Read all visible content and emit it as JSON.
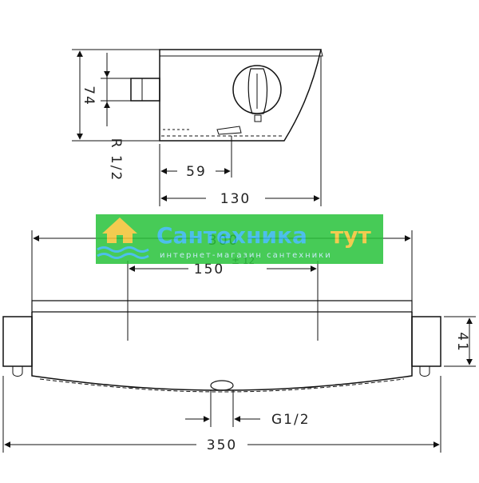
{
  "drawing": {
    "top_view": {
      "height_label": "74",
      "thread_label": "R 1/2",
      "depth_inner_label": "59",
      "depth_outer_label": "130"
    },
    "front_view": {
      "width_inner_label": "300",
      "spacing_label": "150",
      "spacing_tolerance": "± 12",
      "height_label": "41",
      "outlet_label": "G1/2",
      "overall_width_label": "350"
    },
    "colors": {
      "line": "#111111",
      "watermark_green": "#28c23a",
      "watermark_text": "#2fb5e8",
      "watermark_accent": "#f2c232"
    }
  },
  "watermark": {
    "brand_main": "Сантехника",
    "brand_accent": "тут",
    "tagline": "интернет-магазин сантехники",
    "logo_icon": "house-waves-icon"
  }
}
